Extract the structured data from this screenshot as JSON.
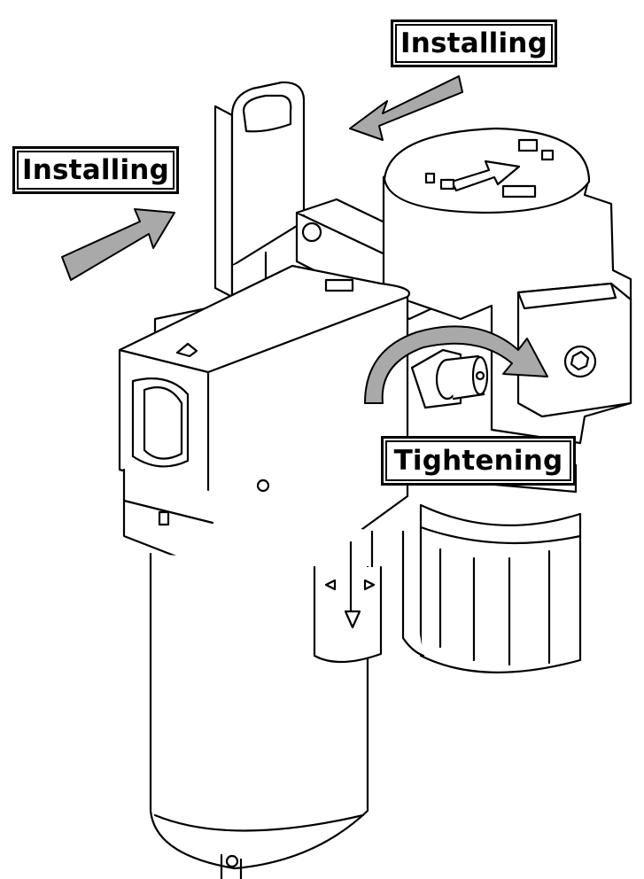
{
  "labels": {
    "installing_right": "Installing",
    "installing_left": "Installing",
    "tightening": "Tightening"
  },
  "colors": {
    "arrow_fill": "#a9a9a9",
    "line": "#000000",
    "background": "#ffffff"
  }
}
